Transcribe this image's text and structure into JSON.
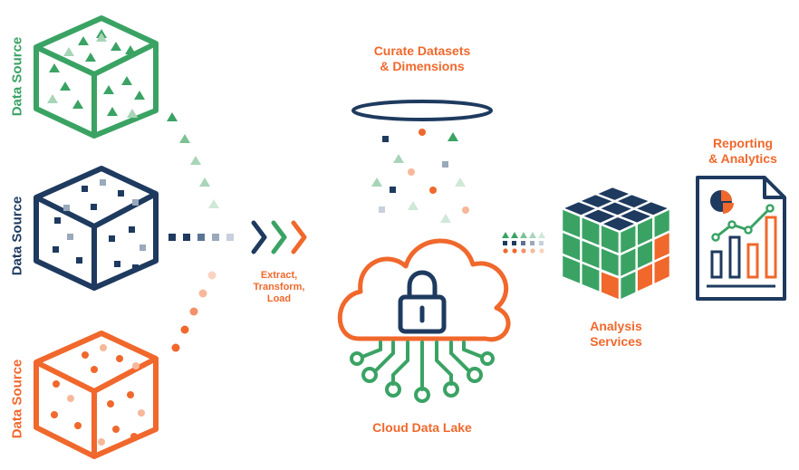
{
  "colors": {
    "green": "#3aa364",
    "navy": "#1e3a5f",
    "orange": "#f0682c",
    "light_green": "#a8d5b8",
    "light_navy": "#9aa9bb",
    "light_orange": "#f7b89a"
  },
  "sources": [
    {
      "label": "Data Source",
      "color": "green"
    },
    {
      "label": "Data Source",
      "color": "navy"
    },
    {
      "label": "Data Source",
      "color": "orange"
    }
  ],
  "etl": {
    "line1": "Extract,",
    "line2": "Transform,",
    "line3": "Load"
  },
  "curate": {
    "line1": "Curate Datasets",
    "line2": "& Dimensions"
  },
  "lake": {
    "label": "Cloud Data Lake"
  },
  "analysis": {
    "line1": "Analysis",
    "line2": "Services"
  },
  "reporting": {
    "line1": "Reporting",
    "line2": "& Analytics"
  },
  "icons": [
    "green-cube-icon",
    "navy-cube-icon",
    "orange-cube-icon",
    "etl-chevrons-icon",
    "halo-ring-icon",
    "cloud-lock-icon",
    "rubiks-cube-icon",
    "report-document-icon"
  ]
}
